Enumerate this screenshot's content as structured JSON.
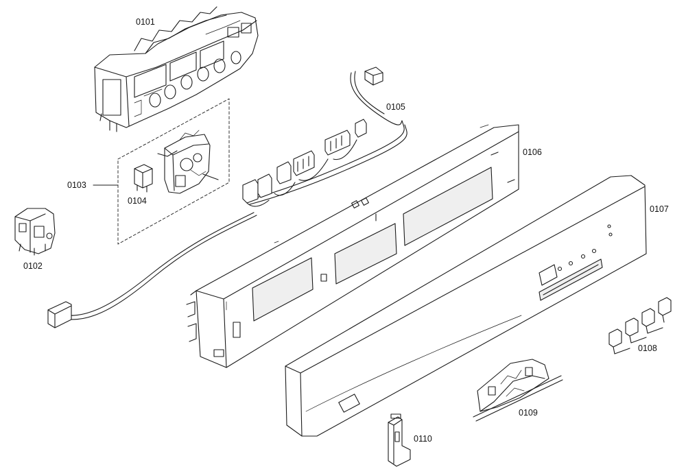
{
  "parts": [
    {
      "id": "0101"
    },
    {
      "id": "0102"
    },
    {
      "id": "0103"
    },
    {
      "id": "0104"
    },
    {
      "id": "0105"
    },
    {
      "id": "0106"
    },
    {
      "id": "0107"
    },
    {
      "id": "0108"
    },
    {
      "id": "0109"
    },
    {
      "id": "0110"
    }
  ]
}
